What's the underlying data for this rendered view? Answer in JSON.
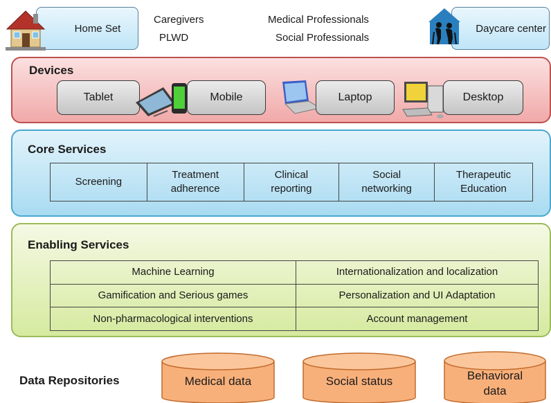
{
  "header": {
    "home_set": "Home Set",
    "caregivers": "Caregivers",
    "plwd": "PLWD",
    "medical_professionals": "Medical Professionals",
    "social_professionals": "Social Professionals",
    "daycare_center": "Daycare center"
  },
  "devices": {
    "title": "Devices",
    "items": [
      "Tablet",
      "Mobile",
      "Laptop",
      "Desktop"
    ]
  },
  "core_services": {
    "title": "Core Services",
    "items": [
      [
        "Screening"
      ],
      [
        "Treatment",
        "adherence"
      ],
      [
        "Clinical",
        "reporting"
      ],
      [
        "Social",
        "networking"
      ],
      [
        "Therapeutic",
        "Education"
      ]
    ]
  },
  "enabling_services": {
    "title": "Enabling Services",
    "rows": [
      [
        "Machine Learning",
        "Internationalization and localization"
      ],
      [
        "Gamification and Serious games",
        "Personalization and UI Adaptation"
      ],
      [
        "Non-pharmacological interventions",
        "Account management"
      ]
    ]
  },
  "data_repositories": {
    "title": "Data Repositories",
    "items": [
      [
        "Medical data"
      ],
      [
        "Social status"
      ],
      [
        "Behavioral",
        "data"
      ]
    ]
  }
}
